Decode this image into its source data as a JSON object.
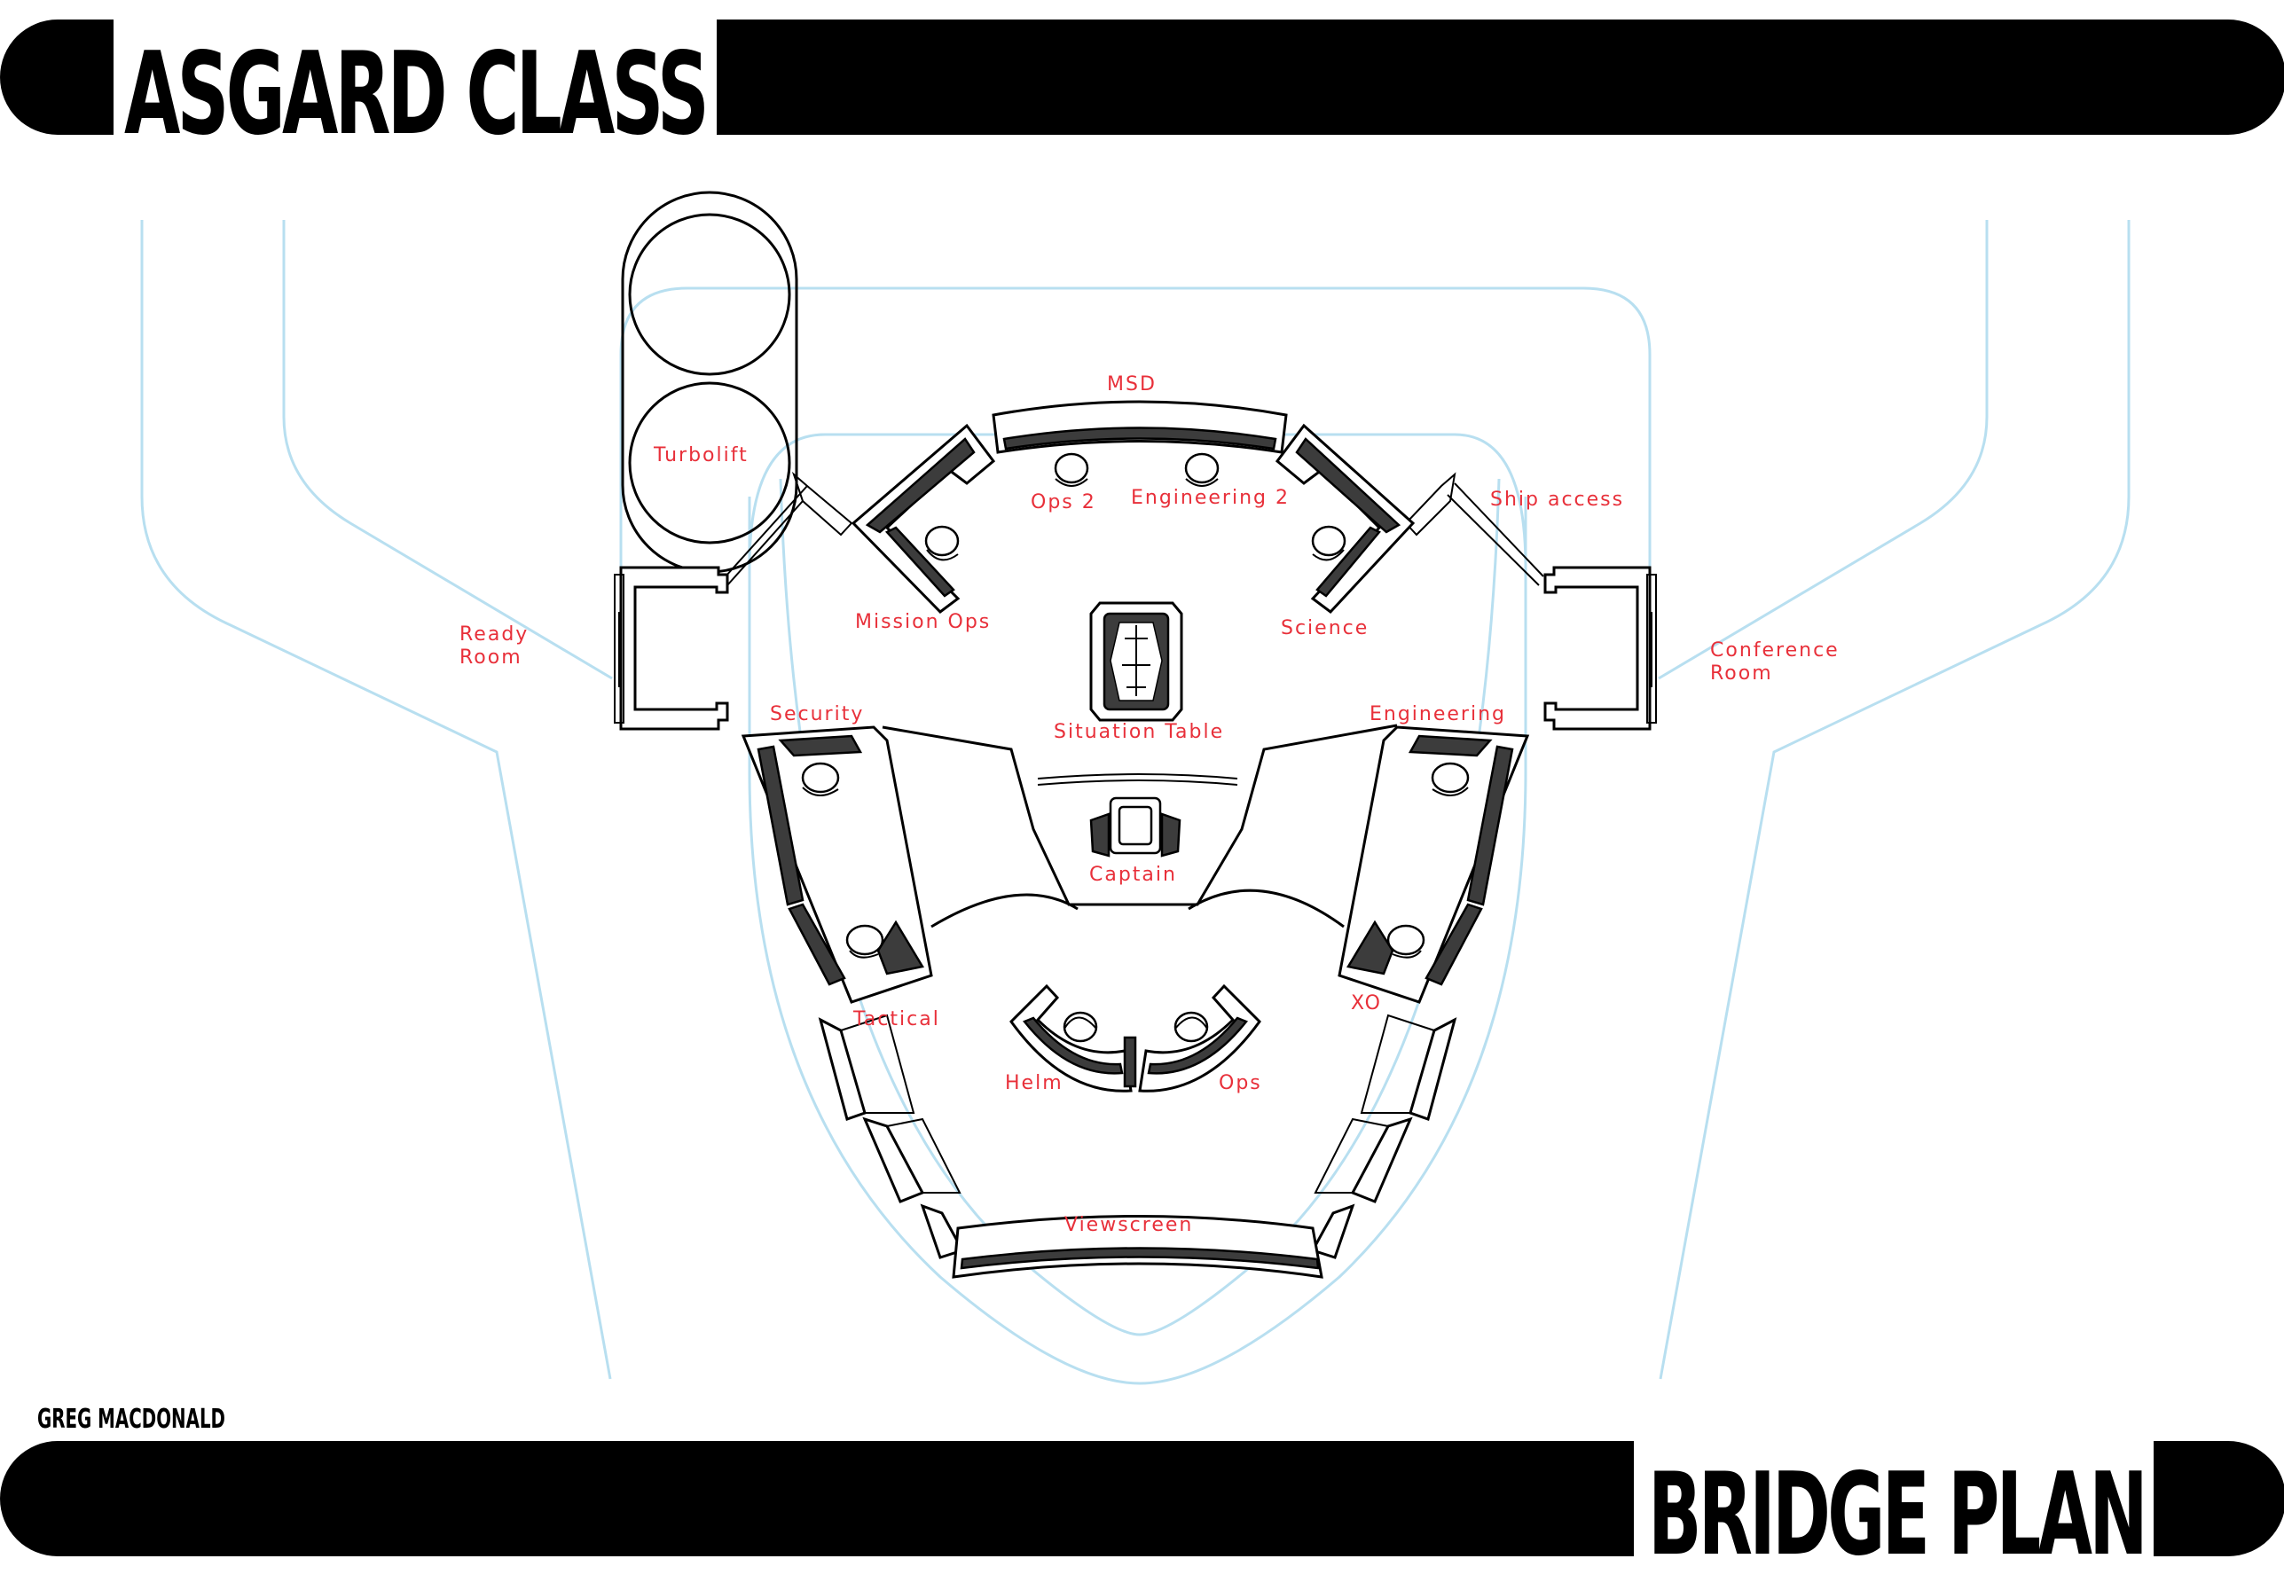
{
  "header": {
    "title": "ASGARD CLASS"
  },
  "footer": {
    "title": "BRIDGE PLAN",
    "credit": "GREG MACDONALD"
  },
  "labels": {
    "msd": "MSD",
    "turbolift": "Turbolift",
    "ops2": "Ops 2",
    "engineering2": "Engineering 2",
    "ship_access": "Ship access",
    "mission_ops": "Mission Ops",
    "science": "Science",
    "ready_room_1": "Ready",
    "ready_room_2": "Room",
    "conference_room_1": "Conference",
    "conference_room_2": "Room",
    "situation_table": "Situation Table",
    "security": "Security",
    "engineering": "Engineering",
    "captain": "Captain",
    "tactical": "Tactical",
    "xo": "XO",
    "helm": "Helm",
    "ops": "Ops",
    "viewscreen": "Viewscreen"
  },
  "colors": {
    "banner": "#000000",
    "label": "#e8303a",
    "guide_lines": "#b8dff0",
    "console_fill": "#3c3c3c"
  }
}
